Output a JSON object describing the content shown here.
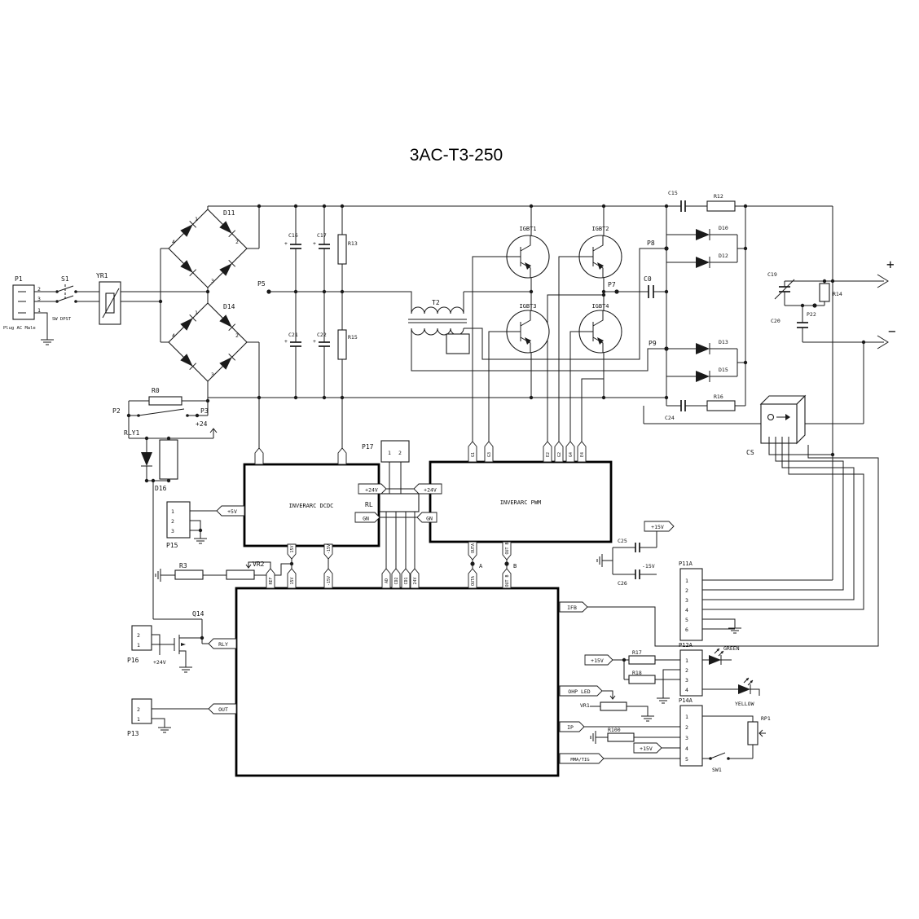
{
  "title": "3AC-T3-250",
  "labels": {
    "p1": "P1",
    "plug": "Plug AC Male",
    "s1": "S1",
    "sw_dpst": "SW DPST",
    "yr1": "YR1",
    "d11": "D11",
    "d14": "D14",
    "c16": "C16",
    "c17": "C17",
    "r13": "R13",
    "c21": "C21",
    "c22": "C22",
    "r15": "R15",
    "p5": "P5",
    "plus_mark": "+",
    "t2": "T2",
    "igbt1": "IGBT1",
    "igbt2": "IGBT2",
    "igbt3": "IGBT3",
    "igbt4": "IGBT4",
    "p7": "P7",
    "c0": "C0",
    "p8": "P8",
    "p9": "P9",
    "c15": "C15",
    "r12": "R12",
    "d10": "D10",
    "d12": "D12",
    "d13": "D13",
    "d15": "D15",
    "c24": "C24",
    "r16": "R16",
    "c19": "C19",
    "r14": "R14",
    "p22": "P22",
    "c20": "C20",
    "out_plus": "+",
    "out_minus": "−",
    "cs": "CS",
    "r0": "R0",
    "p2": "P2",
    "p3": "P3",
    "rly1": "RLY1",
    "d16": "D16",
    "plus24": "+24",
    "p15": "P15",
    "p16": "P16",
    "p13": "P13",
    "p17": "P17",
    "rl": "RL",
    "plus5v": "+5V",
    "plus24v": "+24V",
    "gn": "GN",
    "v15": "15V",
    "vm15": "-15V",
    "plus15v": "+15V",
    "ref": "REF",
    "ad": "AD",
    "cd2": "CD2",
    "cd1": "CD1",
    "v24": "24V",
    "dcdc": "INVERARC DCDC",
    "pwm": "INVERARC PWM",
    "g1": "G1",
    "g3": "G3",
    "e2": "E2",
    "g2": "G2",
    "g4": "G4",
    "e4": "E4",
    "outa": "OUTA",
    "outb": "OUT B",
    "a": "A",
    "b": "B",
    "ifb": "IFB",
    "rly": "RLY",
    "out": "OUT",
    "ohp_led": "OHP LED",
    "ip": "IP",
    "mma_tig": "MMA/TIG",
    "r3": "R3",
    "vr2": "VR2",
    "q14": "Q14",
    "c25": "C25",
    "c26": "C26",
    "r17": "R17",
    "r18": "R18",
    "green": "GREEN",
    "yellow": "YELLOW",
    "vr1": "VR1",
    "r100": "R100",
    "rp1": "RP1",
    "sw1": "SW1",
    "p11a": "P11A",
    "p12a": "P12A",
    "p14a": "P14A",
    "pins": {
      "n1": "1",
      "n2": "2",
      "n3": "3",
      "n4": "4",
      "n5": "5",
      "n6": "6"
    }
  }
}
